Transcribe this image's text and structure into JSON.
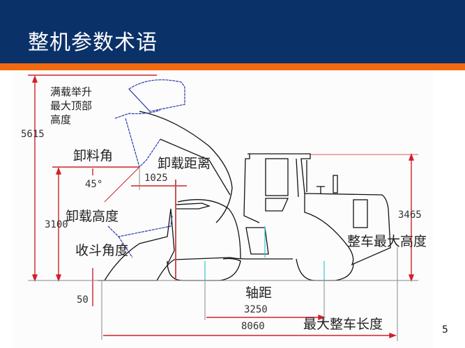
{
  "header": {
    "title": "整机参数术语"
  },
  "diagram": {
    "labels": {
      "full_lift_height_line1": "满载举升",
      "full_lift_height_line2": "最大顶部",
      "full_lift_height_line3": "高度",
      "dump_angle": "卸料角",
      "dump_reach": "卸载距离",
      "dump_height": "卸载高度",
      "rollback_angle": "收斗角度",
      "wheelbase": "轴距",
      "max_length": "最大整车长度",
      "max_height": "整车最大高度"
    },
    "values": {
      "full_lift_height": "5615",
      "dump_angle": "45°",
      "dump_reach": "1025",
      "dump_height": "3100",
      "dig_depth": "50",
      "wheelbase": "3250",
      "max_length": "8060",
      "max_height": "3465"
    },
    "colors": {
      "dimension": "#d0202a",
      "outline": "#111111",
      "bucket": "#2a3aa8",
      "axle": "#2ec8d8"
    }
  },
  "footer": {
    "page_number": "5"
  }
}
